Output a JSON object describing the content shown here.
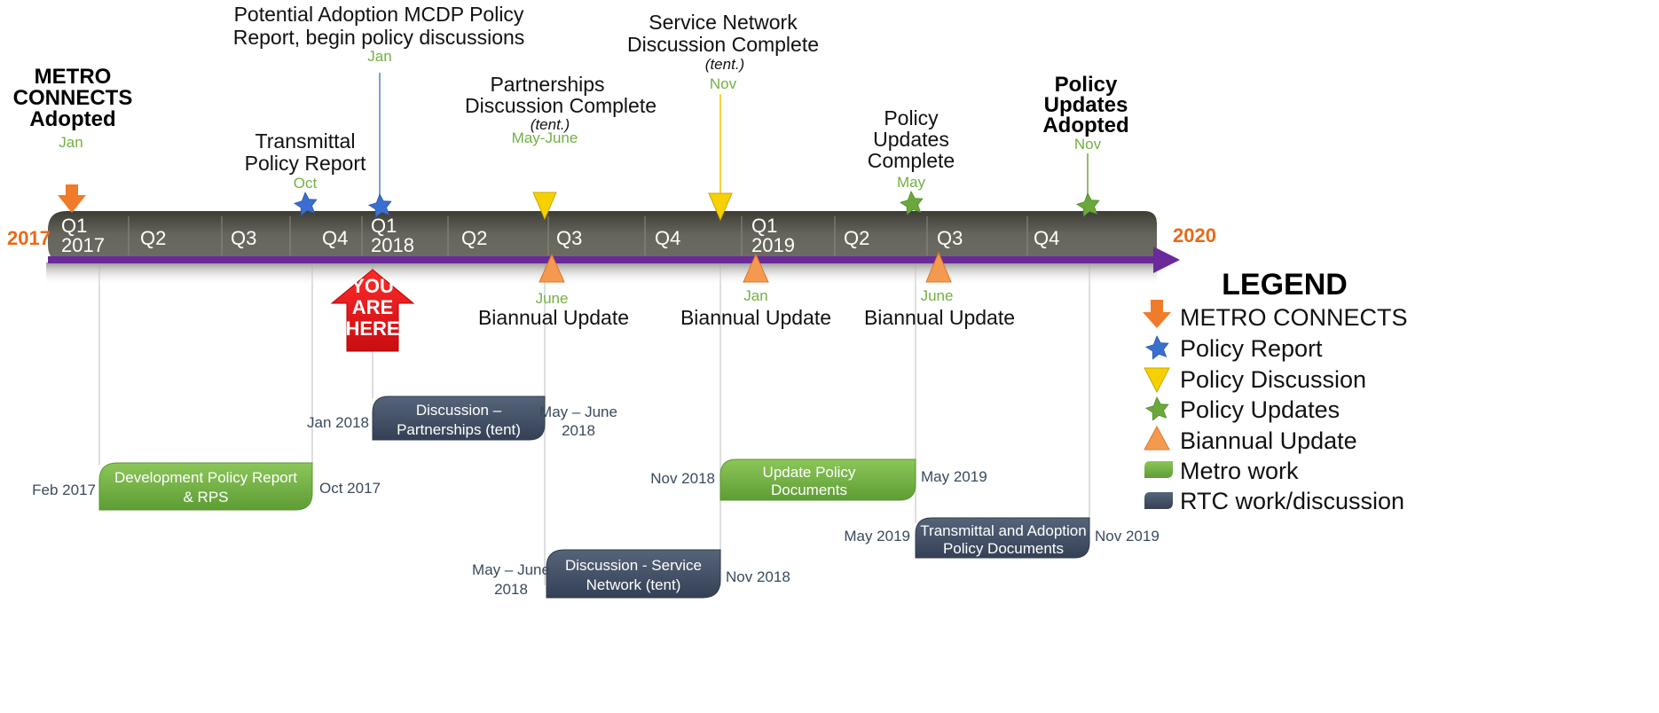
{
  "timeline": {
    "start_year": "2017",
    "end_year": "2020",
    "quarters": [
      {
        "label": "Q1",
        "sub": "2017"
      },
      {
        "label": "Q2",
        "sub": ""
      },
      {
        "label": "Q3",
        "sub": ""
      },
      {
        "label": "Q4",
        "sub": ""
      },
      {
        "label": "Q1",
        "sub": "2018"
      },
      {
        "label": "Q2",
        "sub": ""
      },
      {
        "label": "Q3",
        "sub": ""
      },
      {
        "label": "Q4",
        "sub": ""
      },
      {
        "label": "Q1",
        "sub": "2019"
      },
      {
        "label": "Q2",
        "sub": ""
      },
      {
        "label": "Q3",
        "sub": ""
      },
      {
        "label": "Q4",
        "sub": ""
      }
    ]
  },
  "milestones": {
    "metro_connects": {
      "lines": [
        "METRO",
        "CONNECTS",
        "Adopted"
      ],
      "date": "Jan"
    },
    "transmittal": {
      "lines": [
        "Transmittal",
        "Policy Report"
      ],
      "date": "Oct"
    },
    "potential_adoption": {
      "lines": [
        "Potential Adoption MCDP Policy",
        "Report, begin policy discussions"
      ],
      "date": "Jan"
    },
    "partnerships": {
      "lines": [
        "Partnerships",
        "Discussion Complete"
      ],
      "tent": "(tent.)",
      "date": "May-June"
    },
    "service_network": {
      "lines": [
        "Service Network",
        "Discussion Complete"
      ],
      "tent": "(tent.)",
      "date": "Nov"
    },
    "policy_updates_complete": {
      "lines": [
        "Policy",
        "Updates",
        "Complete"
      ],
      "date": "May"
    },
    "policy_updates_adopted": {
      "lines": [
        "Policy",
        "Updates",
        "Adopted"
      ],
      "date": "Nov"
    }
  },
  "biannual": [
    {
      "date": "June",
      "label": "Biannual Update"
    },
    {
      "date": "Jan",
      "label": "Biannual Update"
    },
    {
      "date": "June",
      "label": "Biannual Update"
    }
  ],
  "you_are_here": [
    "YOU",
    "ARE",
    "HERE"
  ],
  "work_bars": {
    "development_policy": {
      "lines": [
        "Development Policy Report",
        "& RPS"
      ],
      "start": "Feb 2017",
      "end": "Oct 2017",
      "kind": "metro"
    },
    "discussion_partnerships": {
      "lines": [
        "Discussion –",
        "Partnerships (tent)"
      ],
      "start": "Jan 2018",
      "end_lines": [
        "May – June",
        "2018"
      ],
      "kind": "rtc"
    },
    "discussion_service": {
      "lines": [
        "Discussion - Service",
        "Network (tent)"
      ],
      "start_lines": [
        "May – June",
        "2018"
      ],
      "end": "Nov 2018",
      "kind": "rtc"
    },
    "update_policy_docs": {
      "lines": [
        "Update Policy",
        "Documents"
      ],
      "start": "Nov 2018",
      "end": "May 2019",
      "kind": "metro"
    },
    "transmittal_adoption": {
      "lines": [
        "Transmittal and Adoption",
        "Policy Documents"
      ],
      "start": "May 2019",
      "end": "Nov 2019",
      "kind": "rtc"
    }
  },
  "legend": {
    "title": "LEGEND",
    "items": [
      {
        "label": "METRO CONNECTS",
        "icon": "orange-arrow-down-icon"
      },
      {
        "label": "Policy Report",
        "icon": "blue-star-icon"
      },
      {
        "label": "Policy Discussion",
        "icon": "yellow-triangle-down-icon"
      },
      {
        "label": "Policy Updates",
        "icon": "green-star-icon"
      },
      {
        "label": "Biannual Update",
        "icon": "orange-triangle-up-icon"
      },
      {
        "label": "Metro work",
        "icon": "green-bar-icon"
      },
      {
        "label": "RTC work/discussion",
        "icon": "navy-bar-icon"
      }
    ]
  },
  "colors": {
    "orange": "#f07b2a",
    "blue_star": "#3a6fd0",
    "yellow": "#f7d000",
    "green": "#6aa83c",
    "metro_green": "#72b043",
    "rtc_navy": "#3d4b60",
    "purple": "#6a2a9a",
    "band": "#5a5a52",
    "red_arrow": "#e8161b"
  }
}
